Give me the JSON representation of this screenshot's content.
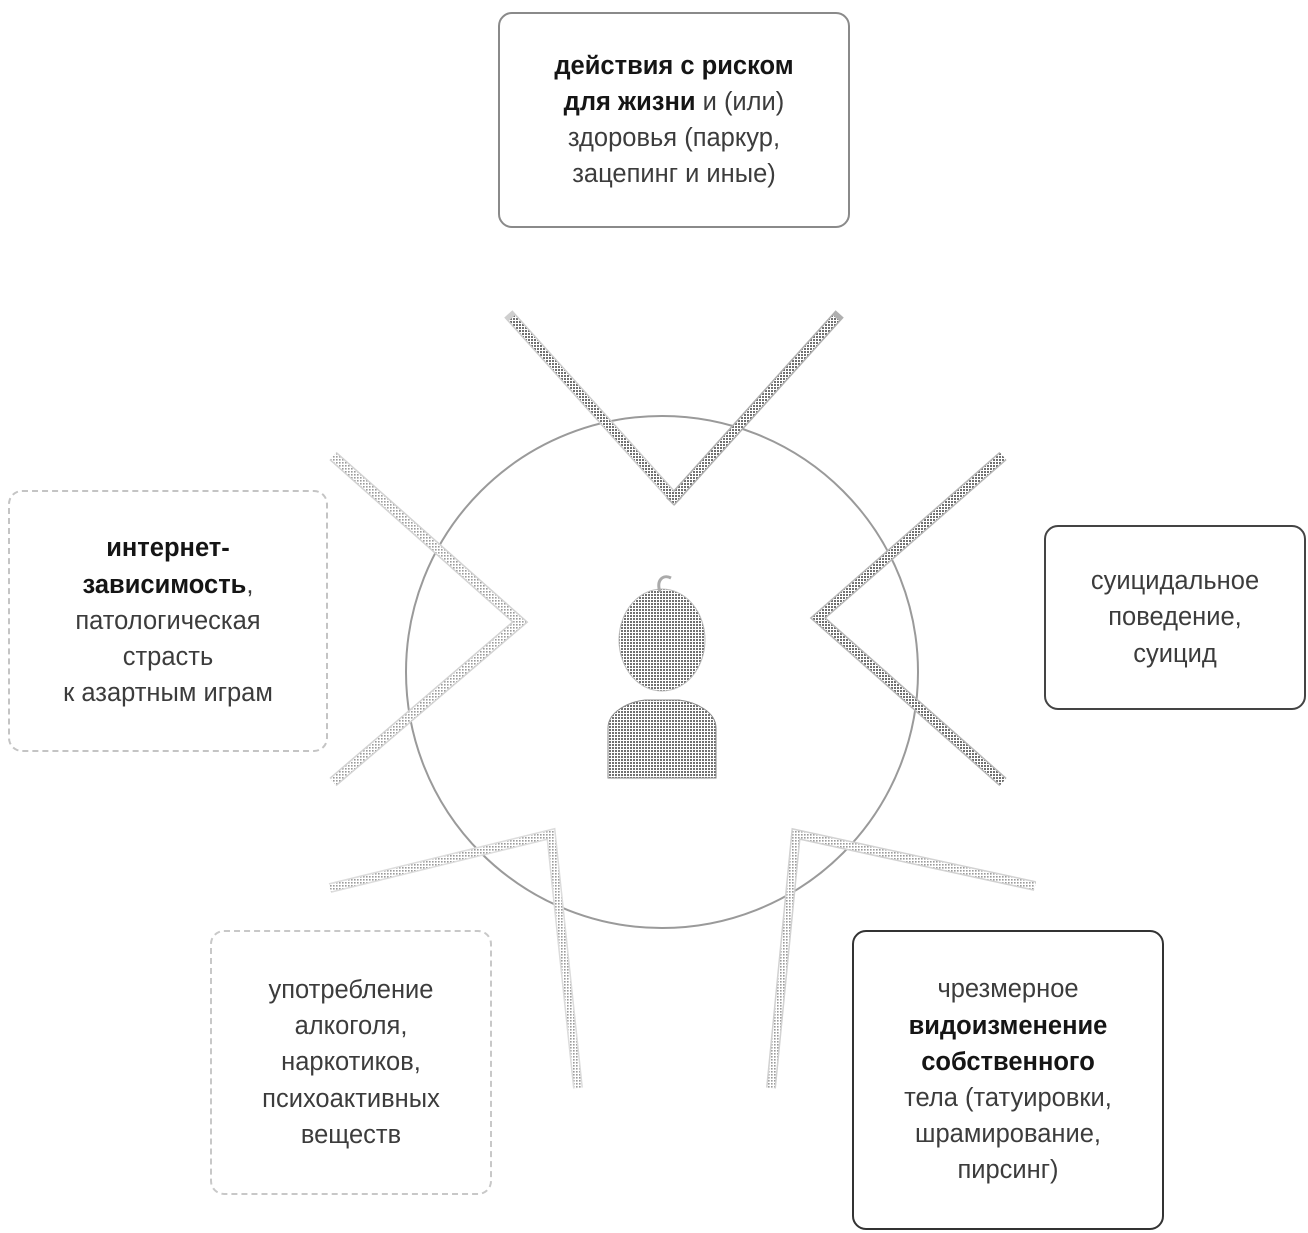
{
  "boxes": {
    "risk": {
      "lines": [
        [
          {
            "t": "действия с риском",
            "b": true
          }
        ],
        [
          {
            "t": "для жизни",
            "b": true
          },
          {
            "t": " и (или)",
            "b": false
          }
        ],
        [
          {
            "t": "здоровья (паркур,",
            "b": false
          }
        ],
        [
          {
            "t": "зацепинг и иные)",
            "b": false
          }
        ]
      ]
    },
    "internet": {
      "lines": [
        [
          {
            "t": "интернет-",
            "b": true
          }
        ],
        [
          {
            "t": "зависимость",
            "b": true
          },
          {
            "t": ",",
            "b": false
          }
        ],
        [
          {
            "t": "патологическая",
            "b": false
          }
        ],
        [
          {
            "t": "страсть",
            "b": false
          }
        ],
        [
          {
            "t": "к азартным играм",
            "b": false
          }
        ]
      ]
    },
    "suicide": {
      "lines": [
        [
          {
            "t": "суицидальное",
            "b": false
          }
        ],
        [
          {
            "t": "поведение,",
            "b": false
          }
        ],
        [
          {
            "t": "суицид",
            "b": false
          }
        ]
      ]
    },
    "substances": {
      "lines": [
        [
          {
            "t": "употребление",
            "b": false
          }
        ],
        [
          {
            "t": "алкоголя,",
            "b": false
          }
        ],
        [
          {
            "t": "наркотиков,",
            "b": false
          }
        ],
        [
          {
            "t": "психоактивных",
            "b": false
          }
        ],
        [
          {
            "t": "веществ",
            "b": false
          }
        ]
      ]
    },
    "body": {
      "lines": [
        [
          {
            "t": "чрезмерное",
            "b": false
          }
        ],
        [
          {
            "t": "видоизменение",
            "b": true
          }
        ],
        [
          {
            "t": "собственного",
            "b": true
          }
        ],
        [
          {
            "t": "тела (татуировки,",
            "b": false
          }
        ],
        [
          {
            "t": "шрамирование,",
            "b": false
          }
        ],
        [
          {
            "t": "пирсинг)",
            "b": false
          }
        ]
      ]
    }
  },
  "icons": {
    "center": "person-icon"
  }
}
